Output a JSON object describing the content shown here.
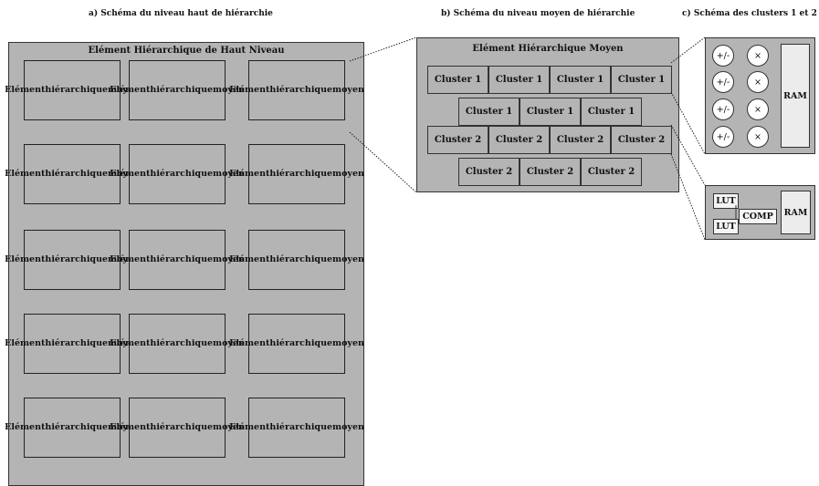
{
  "captions": {
    "a": "a) Schéma du niveau haut de hiérarchie",
    "b": "b) Schéma du niveau moyen de hiérarchie",
    "c": "c) Schéma des clusters 1 et 2"
  },
  "top_panel": {
    "title": "Elément Hiérarchique de Haut Niveau",
    "element": {
      "line1": "Elément",
      "line2": "hiérarchique",
      "line3": "moyen"
    }
  },
  "middle_panel": {
    "title": "Elément Hiérarchique Moyen",
    "rows": [
      [
        "Cluster 1",
        "Cluster 1",
        "Cluster 1",
        "Cluster 1"
      ],
      [
        "Cluster 1",
        "Cluster 1",
        "Cluster 1"
      ],
      [
        "Cluster 2",
        "Cluster 2",
        "Cluster 2",
        "Cluster 2"
      ],
      [
        "Cluster 2",
        "Cluster 2",
        "Cluster 2"
      ]
    ]
  },
  "cluster1": {
    "ops": [
      "+/-",
      "×",
      "+/-",
      "×",
      "+/-",
      "×",
      "+/-",
      "×"
    ],
    "ram": "RAM"
  },
  "cluster2": {
    "lut1": "LUT",
    "lut2": "LUT",
    "comp": "COMP",
    "ram": "RAM"
  },
  "colors": {
    "fill": "#b4b4b4",
    "border": "#333333",
    "ram_fill": "#ececec"
  }
}
